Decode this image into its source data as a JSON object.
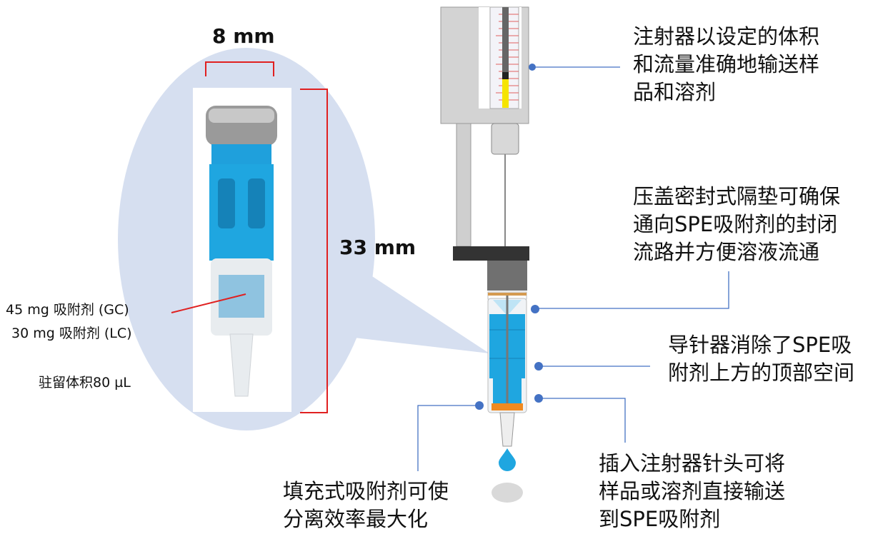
{
  "dimensions": {
    "width_label": "8 mm",
    "height_label": "33 mm"
  },
  "cartridge_labels": {
    "sorbent_gc": "45 mg 吸附剂 (GC)",
    "sorbent_lc": "30 mg 吸附剂 (LC)",
    "hold_volume": "驻留体积80 µL"
  },
  "callouts": {
    "syringe": [
      "注射器以设定的体积",
      "和流量准确地输送样",
      "品和溶剂"
    ],
    "septum": [
      "压盖密封式隔垫可确保",
      "通向SPE吸附剂的封闭",
      "流路并方便溶液流通"
    ],
    "needle_guide": [
      "导针器消除了SPE吸",
      "附剂上方的顶部空间"
    ],
    "needle_insert": [
      "插入注射器针头可将",
      "样品或溶剂直接输送",
      "到SPE吸附剂"
    ],
    "packed_sorbent": [
      "填充式吸附剂可使",
      "分离效率最大化"
    ]
  },
  "colors": {
    "callout_line": "#4472c4",
    "bracket": "#e02020",
    "ellipse": "#d6dff0",
    "cartridge_blue": "#1fa6e0"
  }
}
